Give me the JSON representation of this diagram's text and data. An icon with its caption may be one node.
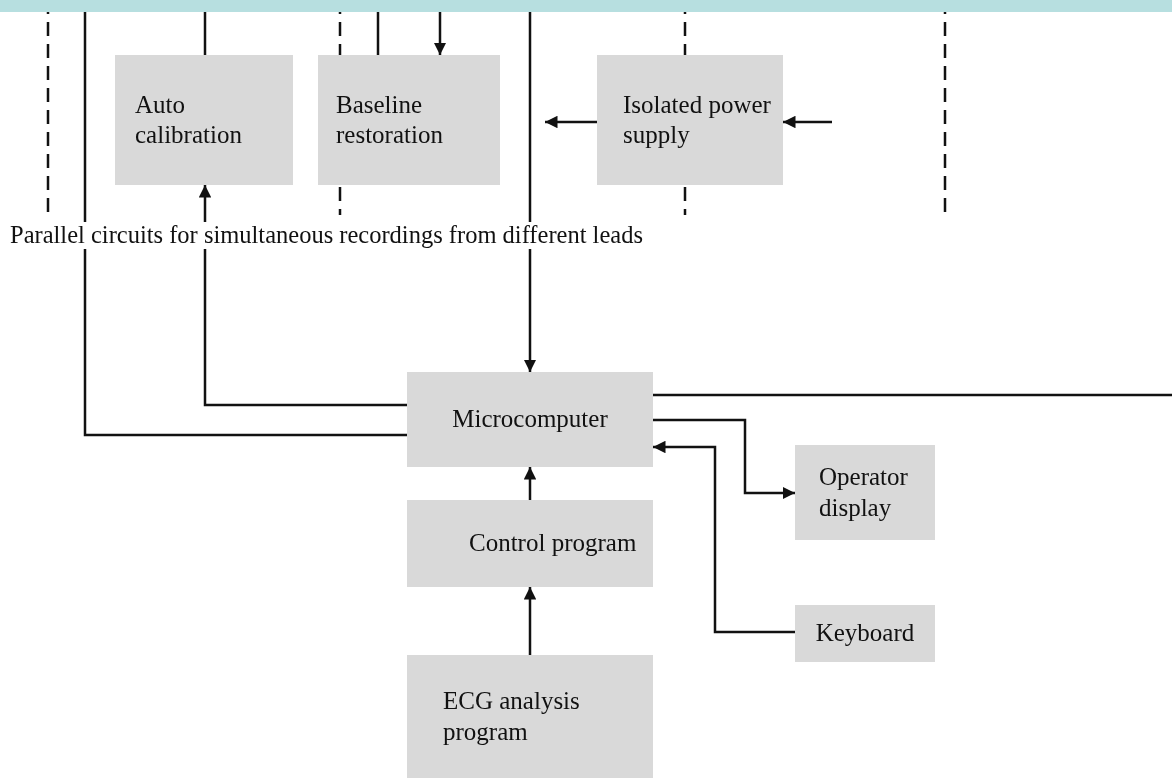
{
  "diagram": {
    "nodes": [
      {
        "text": [
          "Auto calibration"
        ]
      },
      {
        "text": [
          "Baseline restoration"
        ]
      },
      {
        "text": [
          "Isolated power supply"
        ]
      },
      {
        "text": [
          "Microcomputer"
        ]
      },
      {
        "text": [
          "Operator display"
        ]
      },
      {
        "text": [
          "Control program"
        ]
      },
      {
        "text": [
          "Keyboard"
        ]
      },
      {
        "text": [
          "ECG analysis program"
        ]
      }
    ],
    "edges": [
      {
        "from": 0,
        "to": null,
        "arrow": "none"
      },
      {
        "from": 3,
        "to": 0,
        "arrow": "to"
      },
      {
        "from": 3,
        "to": null,
        "arrow": "none"
      },
      {
        "from": 1,
        "to": null,
        "arrow": "none"
      },
      {
        "from": null,
        "to": 1,
        "arrow": "to"
      },
      {
        "from": null,
        "to": 3,
        "arrow": "to"
      },
      {
        "from": 2,
        "to": null,
        "arrow": "to"
      },
      {
        "from": null,
        "to": 2,
        "arrow": "to"
      },
      {
        "from": 3,
        "to": null,
        "arrow": "none"
      },
      {
        "from": 3,
        "to": 4,
        "arrow": "to"
      },
      {
        "from": 6,
        "to": 3,
        "arrow": "to"
      },
      {
        "from": 5,
        "to": 3,
        "arrow": "to"
      },
      {
        "from": 7,
        "to": 5,
        "arrow": "to"
      }
    ],
    "labels": [
      "Parallel circuits for simultaneous recordings from different leads"
    ]
  }
}
